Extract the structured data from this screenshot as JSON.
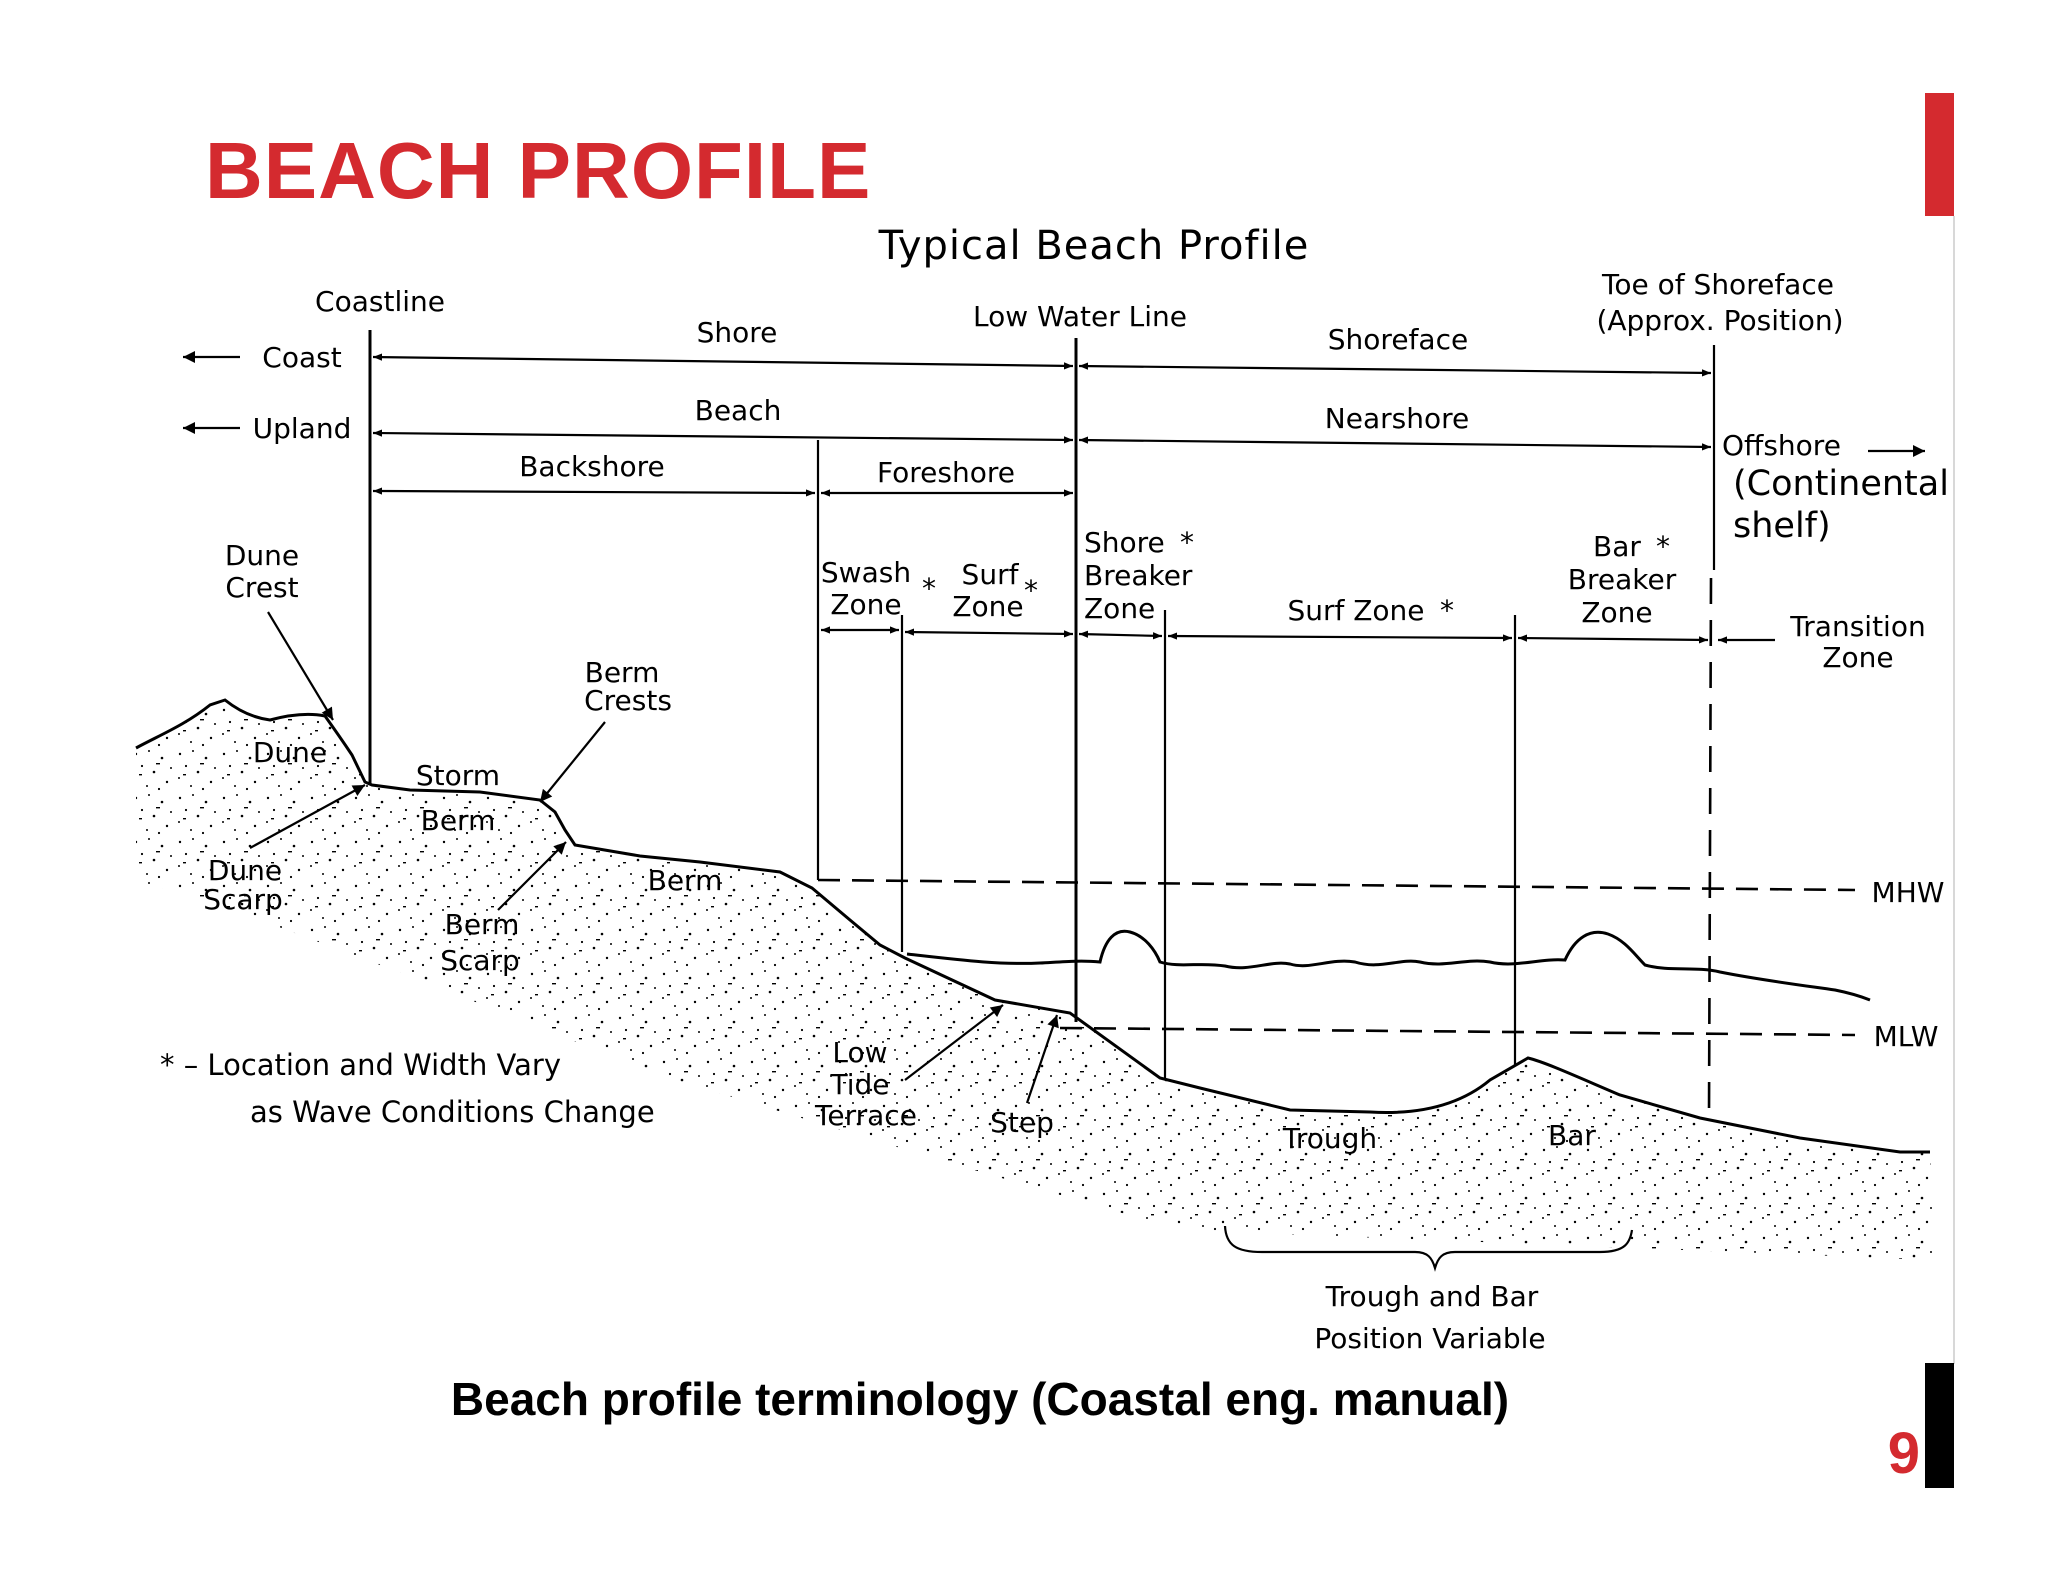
{
  "slide": {
    "title": "BEACH PROFILE",
    "caption": "Beach profile terminology (Coastal eng. manual)",
    "page_number": "9",
    "accent_color": "#d42a2f"
  },
  "diagram": {
    "title": "Typical Beach Profile",
    "labels": {
      "coastline": "Coastline",
      "coast": "Coast",
      "upland": "Upland",
      "shore": "Shore",
      "beach": "Beach",
      "backshore": "Backshore",
      "foreshore": "Foreshore",
      "low_water_line": "Low Water Line",
      "shoreface": "Shoreface",
      "nearshore": "Nearshore",
      "toe_line1": "Toe of Shoreface",
      "toe_line2": "(Approx. Position)",
      "offshore": "Offshore",
      "continental_line1": "(Continental",
      "continental_line2": "shelf)",
      "dune_crest_line1": "Dune",
      "dune_crest_line2": "Crest",
      "swash_zone_line1": "Swash",
      "swash_zone_line2": "Zone",
      "surf_zone_small_line1": "Surf",
      "surf_zone_small_line2": "Zone",
      "shore_breaker_line1": "Shore",
      "shore_breaker_line2": "Breaker",
      "shore_breaker_line3": "Zone",
      "surf_zone": "Surf Zone",
      "bar_breaker_line1": "Bar",
      "bar_breaker_line2": "Breaker",
      "bar_breaker_line3": "Zone",
      "transition_line1": "Transition",
      "transition_line2": "Zone",
      "asterisk": "*",
      "berm_crests_line1": "Berm",
      "berm_crests_line2": "Crests",
      "dune": "Dune",
      "storm_berm_line1": "Storm",
      "storm_berm_line2": "Berm",
      "dune_scarp_line1": "Dune",
      "dune_scarp_line2": "Scarp",
      "berm": "Berm",
      "berm_scarp_line1": "Berm",
      "berm_scarp_line2": "Scarp",
      "mhw": "MHW",
      "mlw": "MLW",
      "note_line1": "* – Location and Width Vary",
      "note_line2": "as Wave Conditions Change",
      "low_tide_terrace_line1": "Low",
      "low_tide_terrace_line2": "Tide",
      "low_tide_terrace_line3": "Terrace",
      "step": "Step",
      "trough": "Trough",
      "bar": "Bar",
      "trough_bar_line1": "Trough and Bar",
      "trough_bar_line2": "Position Variable"
    }
  }
}
